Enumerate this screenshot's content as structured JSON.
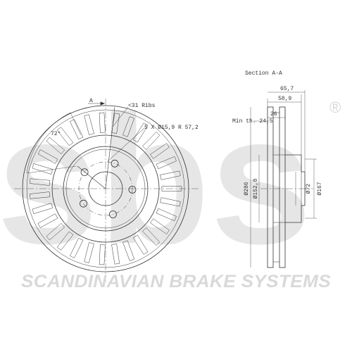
{
  "brand": {
    "logo_text": "sbs",
    "registered_mark": "®",
    "tagline": "SCANDINAVIAN BRAKE SYSTEMS"
  },
  "front_view": {
    "section_marker": "A",
    "ribs_callout": "<31 Ribs",
    "bolt_callout": "5 X Ø15,9  R 57,2",
    "angle_label": "72°",
    "rib_count": 31,
    "bolt_hole_count": 5
  },
  "section_view": {
    "title": "Section A-A",
    "overall_thickness": "65,7",
    "hat_depth": "58,9",
    "disc_thickness": "26",
    "min_thickness": "Min th. 24,5",
    "outer_diameter": "Ø286",
    "hat_outer_diameter": "Ø152,8",
    "center_bore": "Ø72",
    "pilot_diameter": "Ø167"
  },
  "colors": {
    "line": "#333333",
    "watermark": "#e6e6e6"
  }
}
